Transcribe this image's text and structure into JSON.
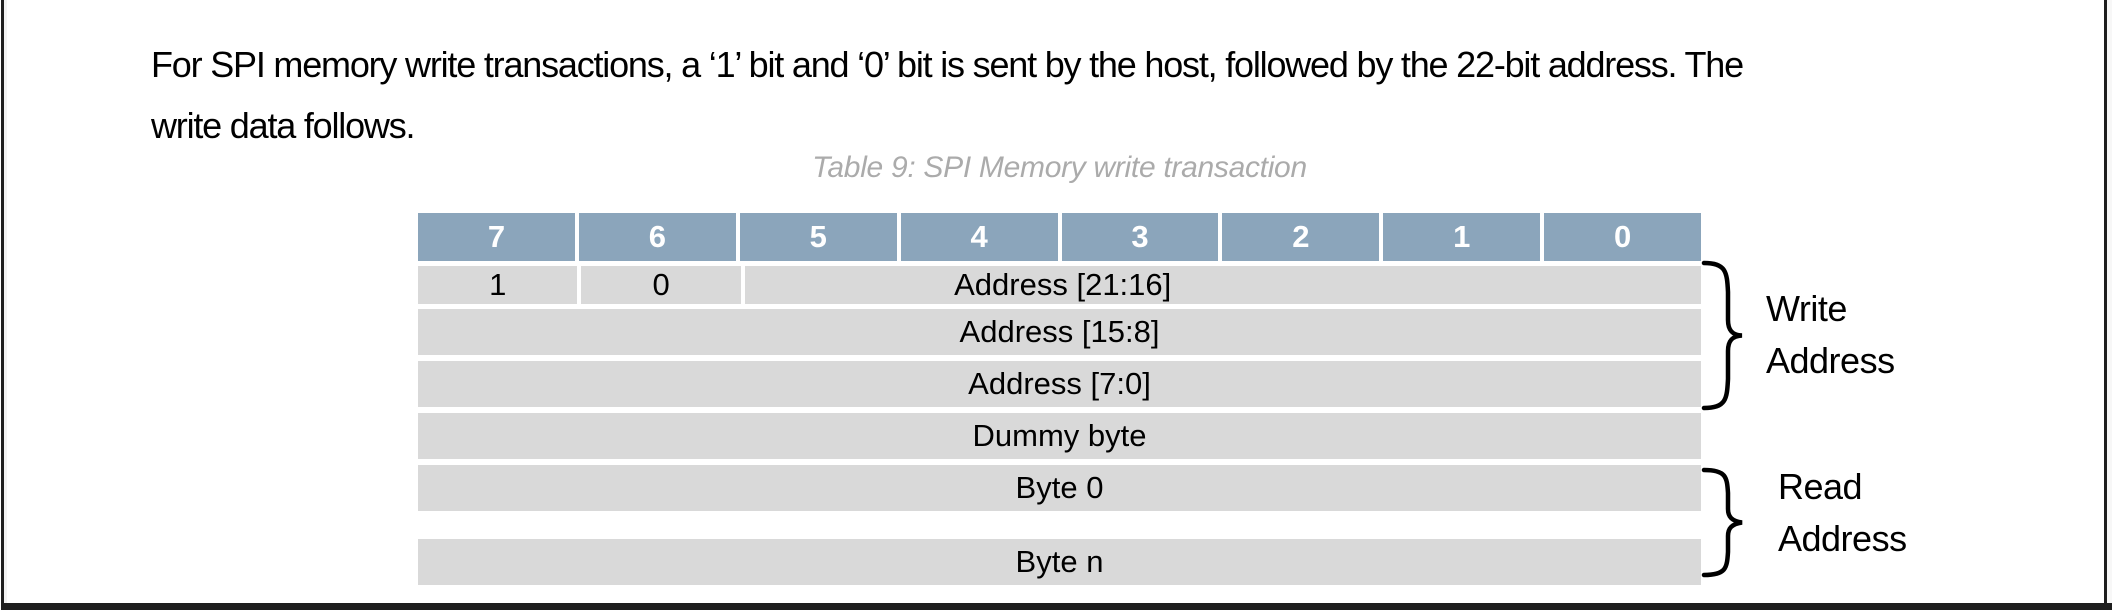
{
  "paragraph": {
    "line1": "For SPI memory write transactions, a ‘1’ bit and ‘0’ bit is sent by the host, followed by the 22-bit address. The",
    "line2": "write data follows."
  },
  "caption": "Table 9: SPI Memory write transaction",
  "table": {
    "header_bits": [
      "7",
      "6",
      "5",
      "4",
      "3",
      "2",
      "1",
      "0"
    ],
    "row1": {
      "bit7": "1",
      "bit6": "0",
      "merged": "Address [21:16]"
    },
    "row2": "Address [15:8]",
    "row3": "Address [7:0]",
    "row4": "Dummy byte",
    "row5": "Byte 0",
    "row6": "Byte n"
  },
  "annotations": {
    "write_address": "Write Address",
    "read_address": "Read Address"
  },
  "colors": {
    "header_bg": "#8ba5bb",
    "row_bg": "#d9d9d9",
    "caption_text": "#ababab",
    "page_edge": "#1e1e1e"
  }
}
